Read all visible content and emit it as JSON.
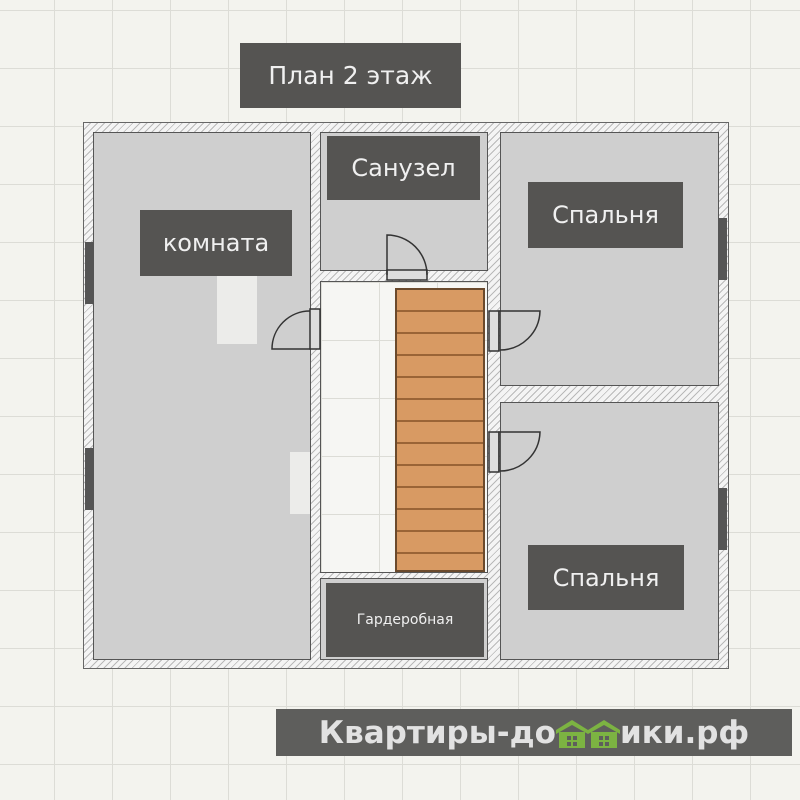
{
  "title": "План 2 этаж",
  "rooms": {
    "room": "комната",
    "bathroom": "Санузел",
    "bedroom_top": "Спальня",
    "bedroom_bottom": "Спальня",
    "wardrobe": "Гардеробная"
  },
  "watermark": {
    "text_left": "Квартиры-до",
    "text_right": "ики.рф",
    "logo_color": "#7cb342"
  }
}
